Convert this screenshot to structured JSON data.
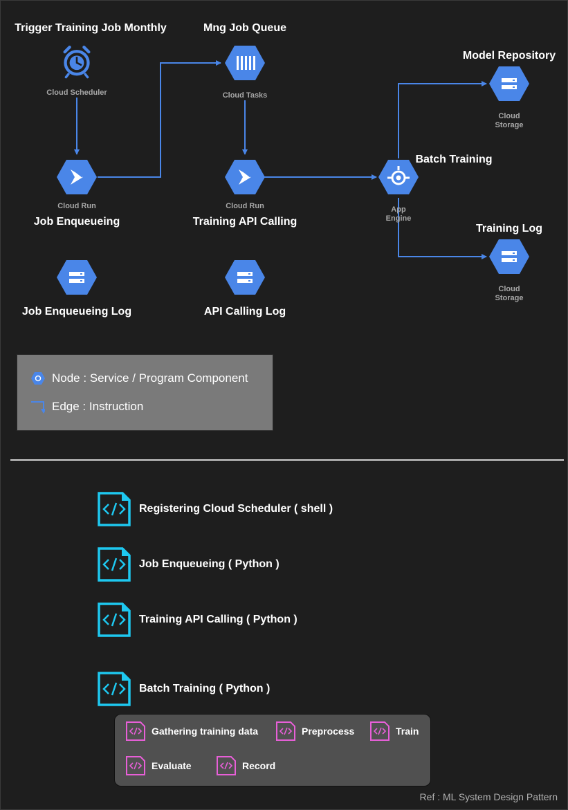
{
  "nodes": {
    "scheduler": {
      "title": "Trigger Training Job Monthly",
      "service": "Cloud Scheduler"
    },
    "tasks": {
      "title": "Mng Job Queue",
      "service": "Cloud Tasks"
    },
    "run_enqueue": {
      "service": "Cloud Run",
      "title": "Job Enqueueing"
    },
    "run_api": {
      "service": "Cloud Run",
      "title": "Training API Calling"
    },
    "appengine": {
      "title": "Batch Training",
      "service_line1": "App",
      "service_line2": "Engine"
    },
    "storage_model": {
      "title": "Model Repository",
      "service_line1": "Cloud",
      "service_line2": "Storage"
    },
    "storage_log": {
      "title": "Training Log",
      "service_line1": "Cloud",
      "service_line2": "Storage"
    },
    "enqueue_log": {
      "title": "Job Enqueueing Log"
    },
    "api_log": {
      "title": "API Calling Log"
    }
  },
  "legend": {
    "node_label": "Node : Service / Program Component",
    "edge_label": "Edge : Instruction"
  },
  "code_files": [
    {
      "label": "Registering Cloud Scheduler ( shell )"
    },
    {
      "label": "Job Enqueueing ( Python )"
    },
    {
      "label": "Training API Calling ( Python )"
    },
    {
      "label": "Batch Training ( Python )"
    }
  ],
  "steps": [
    {
      "label": "Gathering training data"
    },
    {
      "label": "Preprocess"
    },
    {
      "label": "Train"
    },
    {
      "label": "Evaluate"
    },
    {
      "label": "Record"
    }
  ],
  "reference": "Ref : ML System Design Pattern",
  "colors": {
    "background": "#1e1e1e",
    "node_blue": "#4a86e8",
    "edge_blue": "#4a86e8",
    "code_cyan": "#1ec8f0",
    "step_pink": "#e85fd8"
  }
}
